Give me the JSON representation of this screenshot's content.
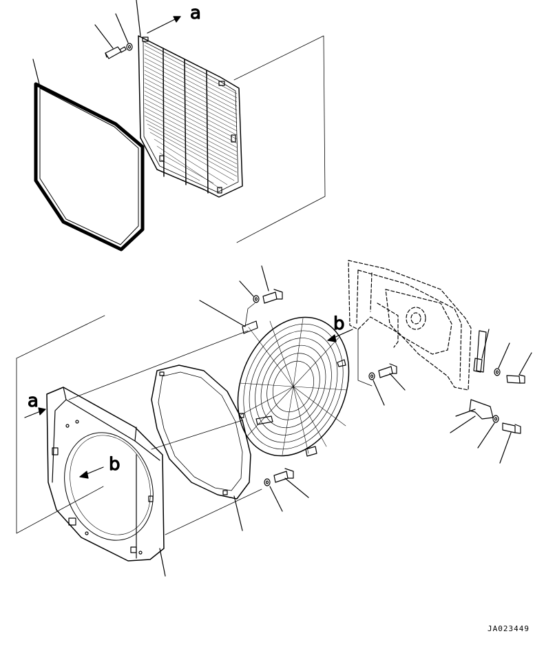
{
  "diagram": {
    "callouts": {
      "a_top": "a",
      "b_fan": "b",
      "a_left": "a",
      "b_left": "b"
    },
    "drawing_code": "JA023449",
    "colors": {
      "line": "#000000",
      "background": "#ffffff"
    }
  }
}
